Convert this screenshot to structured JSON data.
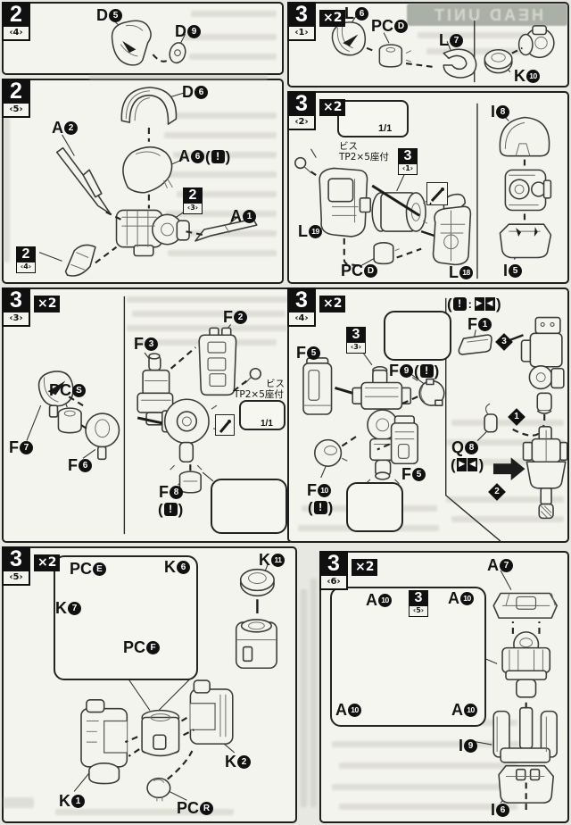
{
  "bleed": {
    "header": "HEAD UNIT"
  },
  "steps": {
    "s2_4": {
      "num": "2",
      "sub": "‹4›"
    },
    "s2_5": {
      "num": "2",
      "sub": "‹5›"
    },
    "s3_1": {
      "num": "3",
      "sub": "‹1›",
      "x": "×2"
    },
    "s3_2": {
      "num": "3",
      "sub": "‹2›",
      "x": "×2"
    },
    "s3_3": {
      "num": "3",
      "sub": "‹3›",
      "x": "×2"
    },
    "s3_4": {
      "num": "3",
      "sub": "‹4›",
      "x": "×2"
    },
    "s3_5": {
      "num": "3",
      "sub": "‹5›",
      "x": "×2"
    },
    "s3_6": {
      "num": "3",
      "sub": "‹6›",
      "x": "×2"
    }
  },
  "refs": {
    "r2_3": {
      "num": "2",
      "sub": "‹3›"
    },
    "r2_4": {
      "num": "2",
      "sub": "‹4›"
    },
    "r3_1": {
      "num": "3",
      "sub": "‹1›"
    },
    "r3_3": {
      "num": "3",
      "sub": "‹3›"
    },
    "r3_5": {
      "num": "3",
      "sub": "‹5›"
    }
  },
  "parts": {
    "d5": {
      "pre": "D",
      "n": "5"
    },
    "d9": {
      "pre": "D",
      "n": "9"
    },
    "d6": {
      "pre": "D",
      "n": "6"
    },
    "a1": {
      "pre": "A",
      "n": "1"
    },
    "a2": {
      "pre": "A",
      "n": "2"
    },
    "a6": {
      "pre": "A",
      "n": "6"
    },
    "a7": {
      "pre": "A",
      "n": "7"
    },
    "a10": {
      "pre": "A",
      "n": "10"
    },
    "l6": {
      "pre": "L",
      "n": "6"
    },
    "l7": {
      "pre": "L",
      "n": "7"
    },
    "l18": {
      "pre": "L",
      "n": "18"
    },
    "l19": {
      "pre": "L",
      "n": "19"
    },
    "k1": {
      "pre": "K",
      "n": "1"
    },
    "k2": {
      "pre": "K",
      "n": "2"
    },
    "k6": {
      "pre": "K",
      "n": "6"
    },
    "k7": {
      "pre": "K",
      "n": "7"
    },
    "k10": {
      "pre": "K",
      "n": "10"
    },
    "k11": {
      "pre": "K",
      "n": "11"
    },
    "i5": {
      "pre": "I",
      "n": "5"
    },
    "i6": {
      "pre": "I",
      "n": "6"
    },
    "i8": {
      "pre": "I",
      "n": "8"
    },
    "i9": {
      "pre": "I",
      "n": "9"
    },
    "f1": {
      "pre": "F",
      "n": "1"
    },
    "f2": {
      "pre": "F",
      "n": "2"
    },
    "f3": {
      "pre": "F",
      "n": "3"
    },
    "f5": {
      "pre": "F",
      "n": "5"
    },
    "f6": {
      "pre": "F",
      "n": "6"
    },
    "f7": {
      "pre": "F",
      "n": "7"
    },
    "f8": {
      "pre": "F",
      "n": "8"
    },
    "f9": {
      "pre": "F",
      "n": "9"
    },
    "f10": {
      "pre": "F",
      "n": "10"
    },
    "q8": {
      "pre": "Q",
      "n": "8"
    },
    "pcd": {
      "pre": "PC",
      "n": "D"
    },
    "pcs": {
      "pre": "PC",
      "n": "S"
    },
    "pce": {
      "pre": "PC",
      "n": "E"
    },
    "pcf": {
      "pre": "PC",
      "n": "F"
    },
    "pcr": {
      "pre": "PC",
      "n": "R"
    }
  },
  "notes": {
    "screw_line1": "ビス",
    "screw_line2": "TP2×5座付",
    "ratio": "1/1"
  },
  "icons": {
    "warning": "!",
    "colon": ":",
    "paren_l": "(",
    "paren_r": ")",
    "arrow_l": "◀",
    "arrow_r": "▶"
  },
  "order": {
    "d1": "1",
    "d2": "2",
    "d3": "3"
  }
}
